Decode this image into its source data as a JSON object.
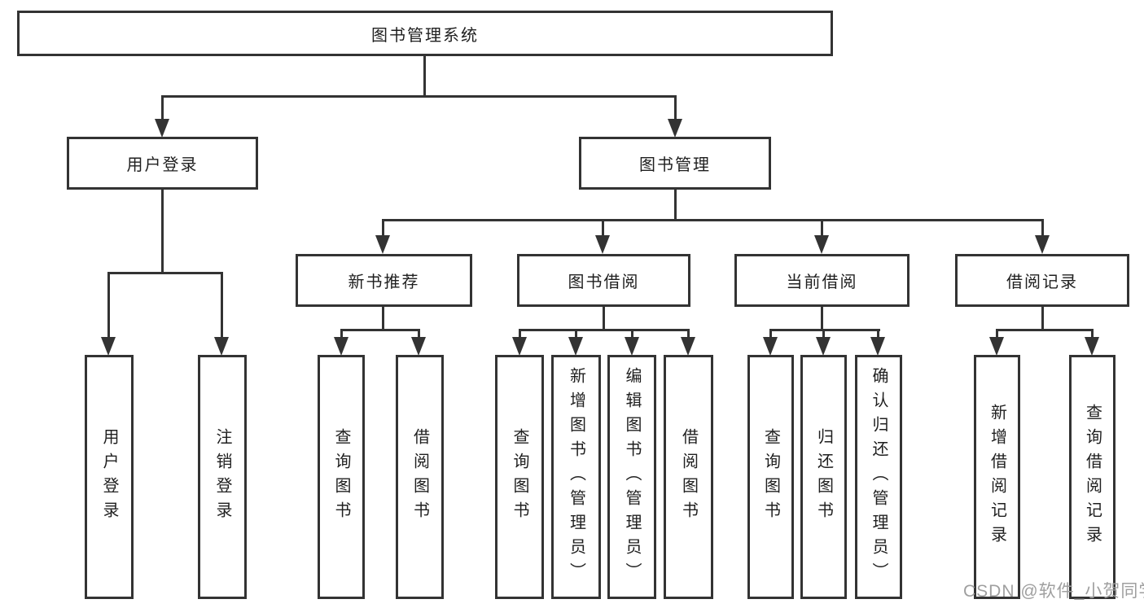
{
  "diagram": {
    "type": "hierarchy-tree",
    "title": "图书管理系统",
    "watermark": "CSDN @软件_小贺同学",
    "colors": {
      "line": "#333333",
      "box_border": "#333333",
      "box_fill": "#ffffff",
      "text": "#1f1f1f",
      "watermark": "#9f9f9f",
      "background": "#ffffff"
    },
    "tree": {
      "label": "图书管理系统",
      "children": [
        {
          "label": "用户登录",
          "children": [
            {
              "label": "用户登录"
            },
            {
              "label": "注销登录"
            }
          ]
        },
        {
          "label": "图书管理",
          "children": [
            {
              "label": "新书推荐",
              "children": [
                {
                  "label": "查询图书"
                },
                {
                  "label": "借阅图书"
                }
              ]
            },
            {
              "label": "图书借阅",
              "children": [
                {
                  "label": "查询图书"
                },
                {
                  "label": "新增图书（管理员）"
                },
                {
                  "label": "编辑图书（管理员）"
                },
                {
                  "label": "借阅图书"
                }
              ]
            },
            {
              "label": "当前借阅",
              "children": [
                {
                  "label": "查询图书"
                },
                {
                  "label": "归还图书"
                },
                {
                  "label": "确认归还（管理员）"
                }
              ]
            },
            {
              "label": "借阅记录",
              "children": [
                {
                  "label": "新增借阅记录"
                },
                {
                  "label": "查询借阅记录"
                }
              ]
            }
          ]
        }
      ]
    }
  }
}
